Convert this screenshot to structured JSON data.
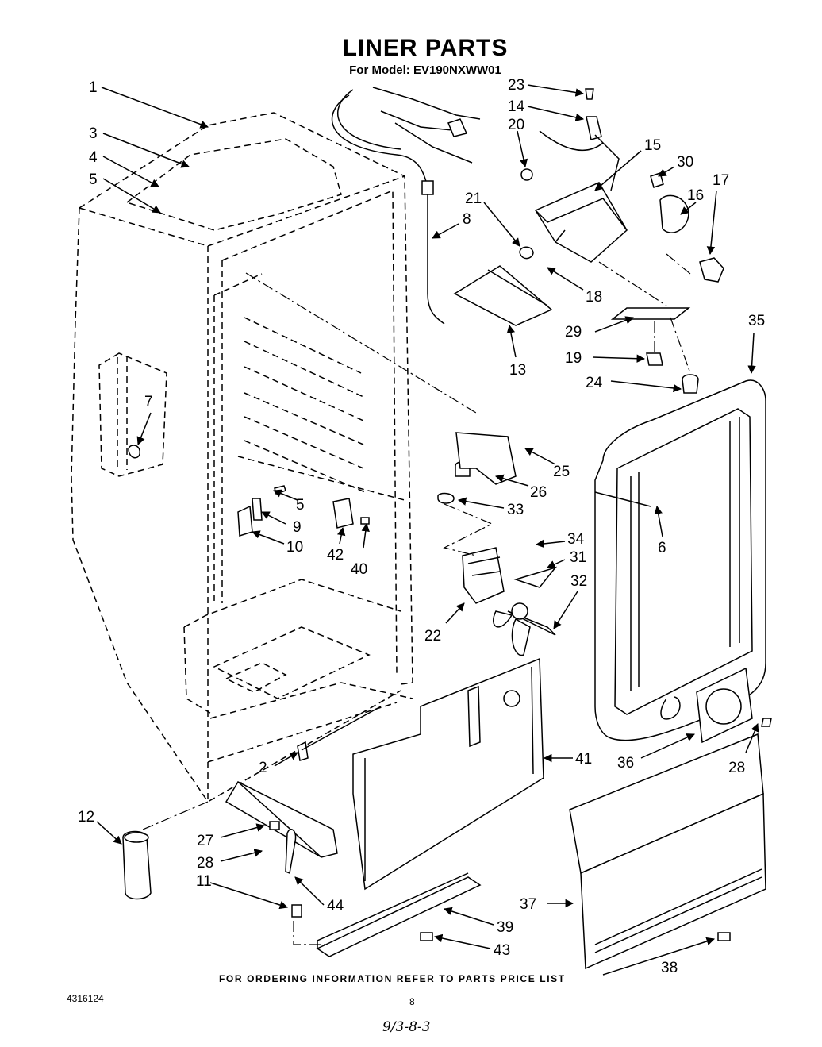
{
  "header": {
    "title": "LINER PARTS",
    "subtitle": "For Model: EV190NXWW01"
  },
  "footer": {
    "note": "FOR ORDERING INFORMATION REFER TO PARTS PRICE LIST",
    "doc_number": "4316124",
    "page_number": "8",
    "handwritten": "9/3-8-3"
  },
  "callouts": [
    "1",
    "3",
    "4",
    "5",
    "23",
    "14",
    "20",
    "15",
    "30",
    "16",
    "17",
    "21",
    "8",
    "18",
    "13",
    "29",
    "19",
    "35",
    "24",
    "7",
    "25",
    "26",
    "5",
    "33",
    "9",
    "10",
    "42",
    "40",
    "34",
    "31",
    "6",
    "32",
    "22",
    "41",
    "36",
    "28",
    "2",
    "12",
    "27",
    "28",
    "11",
    "44",
    "39",
    "43",
    "37",
    "38"
  ]
}
